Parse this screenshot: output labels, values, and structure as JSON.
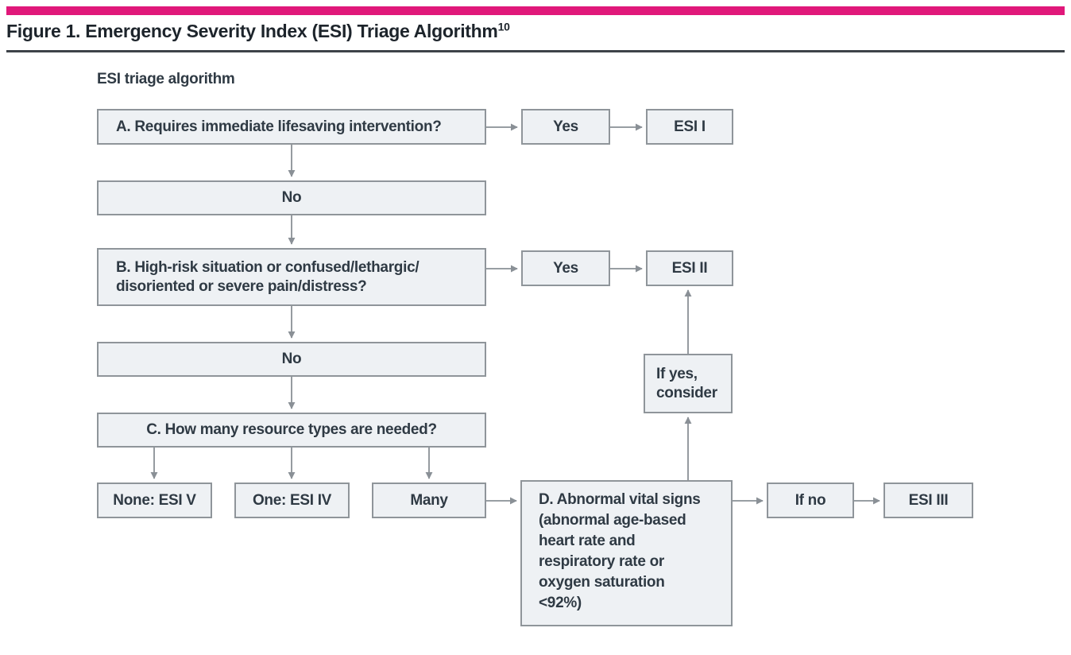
{
  "figure": {
    "title": "Figure 1. Emergency Severity Index (ESI) Triage Algorithm",
    "reference_superscript": "10"
  },
  "diagram": {
    "heading": "ESI triage algorithm",
    "nodes": {
      "a": "A. Requires immediate lifesaving intervention?",
      "yes_a": "Yes",
      "esi_1": "ESI I",
      "no_a": "No",
      "b_lines": [
        "B. High-risk situation or confused/lethargic/",
        "disoriented or severe pain/distress?"
      ],
      "yes_b": "Yes",
      "esi_2": "ESI II",
      "no_b": "No",
      "c": "C. How many resource types are needed?",
      "none": "None: ESI V",
      "one": "One: ESI IV",
      "many": "Many",
      "d_lines": [
        "D. Abnormal vital signs",
        "(abnormal age-based",
        "heart rate and",
        "respiratory rate or",
        "oxygen saturation",
        "<92%)"
      ],
      "if_yes_lines": [
        "If yes,",
        "consider"
      ],
      "if_no": "If no",
      "esi_3": "ESI III"
    },
    "colors": {
      "accent_bar": "#e0187a",
      "box_fill": "#eef1f4",
      "box_border": "#8f959a",
      "text": "#2f3a44",
      "arrow": "#8a9096"
    }
  }
}
